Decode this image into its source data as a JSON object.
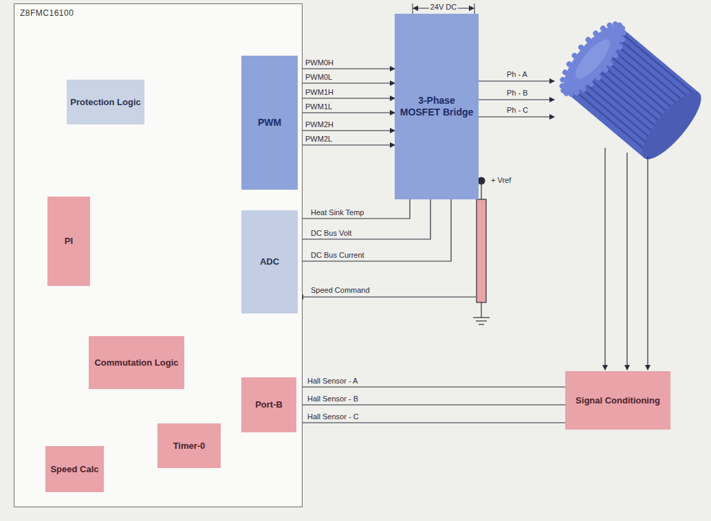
{
  "diagram": {
    "nodes": [
      {
        "text": [
          "Z8FMC16100"
        ]
      },
      {
        "text": [
          "Protection Logic"
        ],
        "in": 0
      },
      {
        "text": [
          "PWM"
        ],
        "in": 0
      },
      {
        "text": [
          "PI"
        ],
        "in": 0
      },
      {
        "text": [
          "ADC"
        ],
        "in": 0
      },
      {
        "text": [
          "Commutation Logic"
        ],
        "in": 0
      },
      {
        "text": [
          "Port-B"
        ],
        "in": 0
      },
      {
        "text": [
          "Speed Calc"
        ],
        "in": 0
      },
      {
        "text": [
          "Timer-0"
        ],
        "in": 0
      },
      {
        "text": [
          "3-Phase MOSFET Bridge"
        ]
      },
      {
        "text": [
          "Signal Conditioning"
        ]
      }
    ],
    "edges": [
      {
        "from": 1,
        "to": 2,
        "arrow": "to"
      },
      {
        "from": 2,
        "to": 9,
        "label": "PWM0H",
        "arrow": "to"
      },
      {
        "from": 2,
        "to": 9,
        "label": "PWM0L",
        "arrow": "to"
      },
      {
        "from": 2,
        "to": 9,
        "label": "PWM1H",
        "arrow": "to"
      },
      {
        "from": 2,
        "to": 9,
        "label": "PWM1L",
        "arrow": "to"
      },
      {
        "from": 2,
        "to": 9,
        "label": "PWM2H",
        "arrow": "to"
      },
      {
        "from": 2,
        "to": 9,
        "label": "PWM2L",
        "arrow": "to"
      },
      {
        "from": 9,
        "to": 4,
        "label": "Heat Sink Temp",
        "arrow": "to"
      },
      {
        "from": 9,
        "to": 4,
        "label": "DC Bus Volt",
        "arrow": "to"
      },
      {
        "from": 9,
        "to": 4,
        "label": "DC Bus Current",
        "arrow": "to"
      },
      {
        "from": 4,
        "to": 1,
        "arrow": "to"
      },
      {
        "from": 4,
        "to": 3,
        "arrow": "to"
      },
      {
        "from": 3,
        "to": 2,
        "arrow": "to"
      },
      {
        "from": 5,
        "to": 2,
        "arrow": "to"
      },
      {
        "from": 6,
        "to": 5,
        "arrow": "to"
      },
      {
        "from": 6,
        "to": 8,
        "arrow": "to"
      },
      {
        "from": 8,
        "to": 7,
        "arrow": "to"
      },
      {
        "from": 7,
        "to": 3,
        "arrow": "to"
      },
      {
        "from": 10,
        "to": 6,
        "label": "Hall Sensor - A",
        "arrow": "to"
      },
      {
        "from": 10,
        "to": 6,
        "label": "Hall Sensor - B",
        "arrow": "to"
      },
      {
        "from": 10,
        "to": 6,
        "label": "Hall Sensor - C",
        "arrow": "to"
      }
    ],
    "labels": [
      "24V DC",
      "Ph - A",
      "Ph - B",
      "Ph - C",
      "+ Vref",
      "Speed Command"
    ]
  }
}
